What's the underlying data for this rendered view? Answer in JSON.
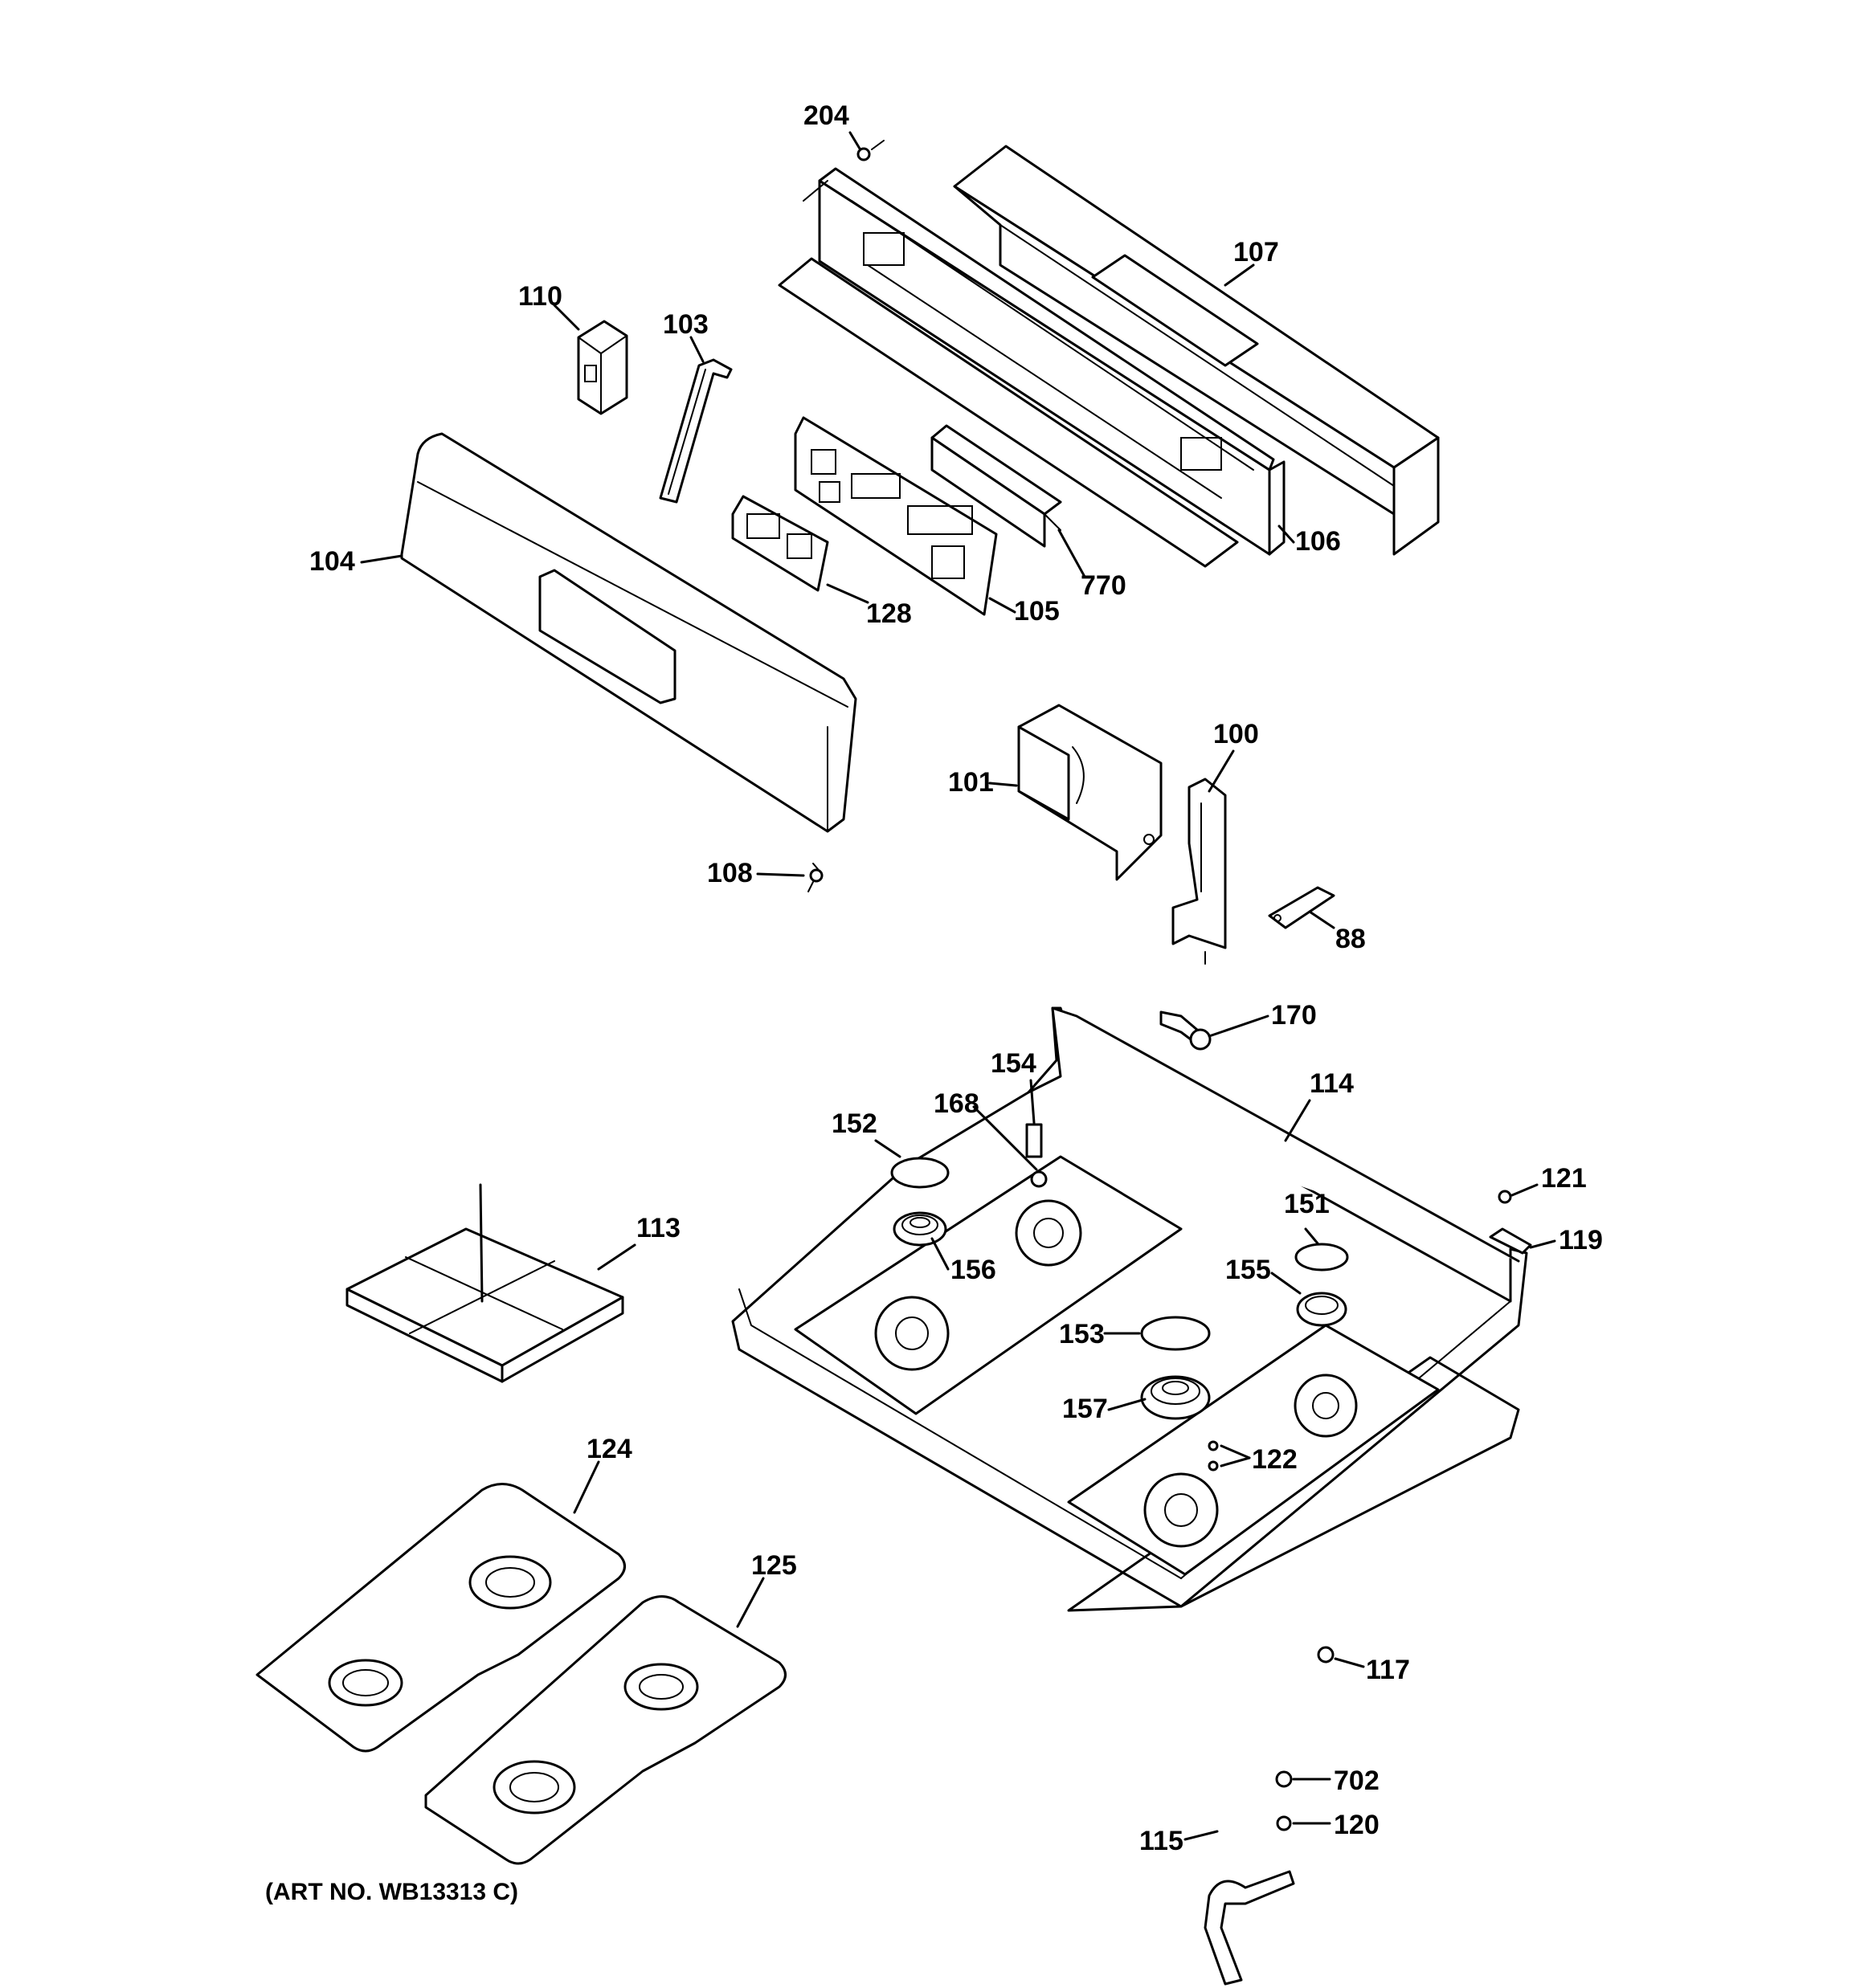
{
  "callouts": {
    "c204": "204",
    "c107": "107",
    "c110": "110",
    "c103": "103",
    "c104": "104",
    "c128": "128",
    "c105": "105",
    "c770": "770",
    "c106": "106",
    "c100": "100",
    "c101": "101",
    "c108": "108",
    "c88": "88",
    "c170": "170",
    "c154": "154",
    "c114": "114",
    "c168": "168",
    "c152": "152",
    "c121": "121",
    "c151": "151",
    "c113": "113",
    "c119": "119",
    "c155": "155",
    "c156": "156",
    "c153": "153",
    "c157": "157",
    "c122": "122",
    "c124": "124",
    "c125": "125",
    "c117": "117",
    "c702": "702",
    "c120": "120",
    "c115": "115"
  },
  "footer": {
    "art_no": "(ART NO. WB13313 C)"
  }
}
